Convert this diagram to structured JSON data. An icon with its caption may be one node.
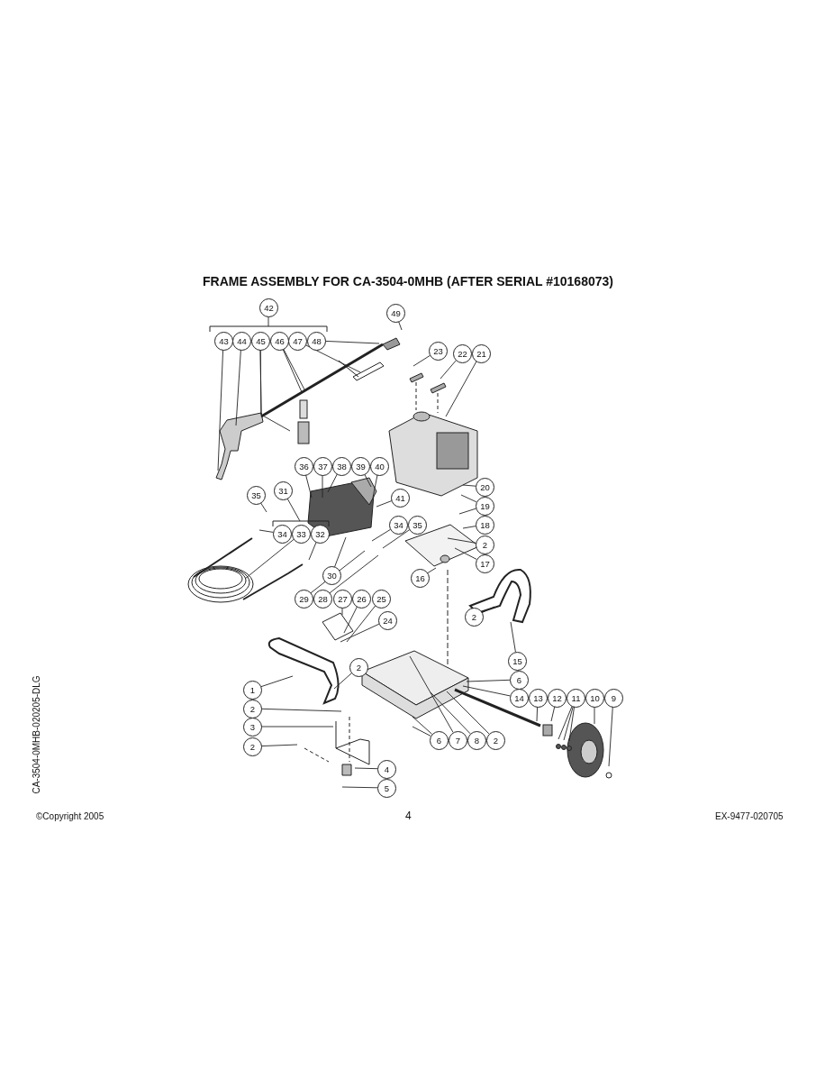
{
  "diagram": {
    "title": "FRAME ASSEMBLY FOR CA-3504-0MHB (AFTER SERIAL #10168073)",
    "nodes": [
      {
        "text": [
          "42"
        ]
      },
      {
        "text": [
          "43"
        ]
      },
      {
        "text": [
          "44"
        ]
      },
      {
        "text": [
          "45"
        ]
      },
      {
        "text": [
          "46"
        ]
      },
      {
        "text": [
          "47"
        ]
      },
      {
        "text": [
          "48"
        ]
      },
      {
        "text": [
          "49"
        ]
      },
      {
        "text": [
          "23"
        ]
      },
      {
        "text": [
          "22"
        ]
      },
      {
        "text": [
          "21"
        ]
      },
      {
        "text": [
          "36"
        ]
      },
      {
        "text": [
          "37"
        ]
      },
      {
        "text": [
          "38"
        ]
      },
      {
        "text": [
          "39"
        ]
      },
      {
        "text": [
          "40"
        ]
      },
      {
        "text": [
          "31"
        ]
      },
      {
        "text": [
          "35"
        ]
      },
      {
        "text": [
          "41"
        ]
      },
      {
        "text": [
          "20"
        ]
      },
      {
        "text": [
          "19"
        ]
      },
      {
        "text": [
          "34"
        ]
      },
      {
        "text": [
          "35"
        ]
      },
      {
        "text": [
          "18"
        ]
      },
      {
        "text": [
          "34"
        ]
      },
      {
        "text": [
          "33"
        ]
      },
      {
        "text": [
          "32"
        ]
      },
      {
        "text": [
          "2"
        ]
      },
      {
        "text": [
          "30"
        ]
      },
      {
        "text": [
          "17"
        ]
      },
      {
        "text": [
          "16"
        ]
      },
      {
        "text": [
          "29"
        ]
      },
      {
        "text": [
          "28"
        ]
      },
      {
        "text": [
          "27"
        ]
      },
      {
        "text": [
          "26"
        ]
      },
      {
        "text": [
          "25"
        ]
      },
      {
        "text": [
          "24"
        ]
      },
      {
        "text": [
          "2"
        ]
      },
      {
        "text": [
          "15"
        ]
      },
      {
        "text": [
          "2"
        ]
      },
      {
        "text": [
          "6"
        ]
      },
      {
        "text": [
          "1"
        ]
      },
      {
        "text": [
          "14"
        ]
      },
      {
        "text": [
          "13"
        ]
      },
      {
        "text": [
          "12"
        ]
      },
      {
        "text": [
          "11"
        ]
      },
      {
        "text": [
          "10"
        ]
      },
      {
        "text": [
          "9"
        ]
      },
      {
        "text": [
          "2"
        ]
      },
      {
        "text": [
          "3"
        ]
      },
      {
        "text": [
          "6"
        ]
      },
      {
        "text": [
          "7"
        ]
      },
      {
        "text": [
          "8"
        ]
      },
      {
        "text": [
          "2"
        ]
      },
      {
        "text": [
          "2"
        ]
      },
      {
        "text": [
          "4"
        ]
      },
      {
        "text": [
          "5"
        ]
      },
      {
        "text": [],
        "shape": "bar"
      },
      {
        "text": [],
        "shape": "bar"
      }
    ],
    "edges": [
      {
        "from": 1,
        "to": null,
        "arrow": "none"
      },
      {
        "from": 2,
        "to": null,
        "arrow": "none"
      },
      {
        "from": 3,
        "to": null,
        "arrow": "none"
      },
      {
        "from": 3,
        "to": null,
        "arrow": "none"
      },
      {
        "from": 4,
        "to": null,
        "arrow": "none"
      },
      {
        "from": 4,
        "to": null,
        "arrow": "none"
      },
      {
        "from": 5,
        "to": null,
        "arrow": "none"
      },
      {
        "from": 6,
        "to": null,
        "arrow": "none"
      },
      {
        "from": 7,
        "to": null,
        "arrow": "none"
      },
      {
        "from": 8,
        "to": null,
        "arrow": "none"
      },
      {
        "from": 9,
        "to": null,
        "arrow": "none"
      },
      {
        "from": 10,
        "to": null,
        "arrow": "none"
      },
      {
        "from": 11,
        "to": null,
        "arrow": "none"
      },
      {
        "from": 12,
        "to": null,
        "arrow": "none"
      },
      {
        "from": 13,
        "to": null,
        "arrow": "none"
      },
      {
        "from": 14,
        "to": null,
        "arrow": "none"
      },
      {
        "from": 15,
        "to": null,
        "arrow": "none"
      },
      {
        "from": 16,
        "to": 58,
        "arrow": "none"
      },
      {
        "from": 17,
        "to": null,
        "arrow": "none"
      },
      {
        "from": 18,
        "to": null,
        "arrow": "none"
      },
      {
        "from": 19,
        "to": null,
        "arrow": "none"
      },
      {
        "from": 20,
        "to": null,
        "arrow": "none"
      },
      {
        "from": 20,
        "to": null,
        "arrow": "none"
      },
      {
        "from": 21,
        "to": null,
        "arrow": "none"
      },
      {
        "from": 22,
        "to": null,
        "arrow": "none"
      },
      {
        "from": 23,
        "to": null,
        "arrow": "none"
      },
      {
        "from": 24,
        "to": null,
        "arrow": "none"
      },
      {
        "from": 25,
        "to": null,
        "arrow": "none"
      },
      {
        "from": 26,
        "to": null,
        "arrow": "none"
      },
      {
        "from": 27,
        "to": null,
        "arrow": "none"
      },
      {
        "from": 28,
        "to": null,
        "arrow": "none"
      },
      {
        "from": 29,
        "to": null,
        "arrow": "none"
      },
      {
        "from": 30,
        "to": null,
        "arrow": "none"
      },
      {
        "from": 31,
        "to": null,
        "arrow": "none"
      },
      {
        "from": 32,
        "to": null,
        "arrow": "none"
      },
      {
        "from": 33,
        "to": null,
        "arrow": "none"
      },
      {
        "from": 34,
        "to": null,
        "arrow": "none"
      },
      {
        "from": 35,
        "to": null,
        "arrow": "none"
      },
      {
        "from": 36,
        "to": null,
        "arrow": "none"
      },
      {
        "from": 37,
        "to": null,
        "arrow": "none"
      },
      {
        "from": 38,
        "to": null,
        "arrow": "none"
      },
      {
        "from": 39,
        "to": null,
        "arrow": "none"
      },
      {
        "from": 40,
        "to": null,
        "arrow": "none"
      },
      {
        "from": 41,
        "to": null,
        "arrow": "none"
      },
      {
        "from": 42,
        "to": null,
        "arrow": "none"
      },
      {
        "from": 43,
        "to": null,
        "arrow": "none"
      },
      {
        "from": 44,
        "to": null,
        "arrow": "none"
      },
      {
        "from": 45,
        "to": null,
        "arrow": "none"
      },
      {
        "from": 45,
        "to": null,
        "arrow": "none"
      },
      {
        "from": 45,
        "to": null,
        "arrow": "none"
      },
      {
        "from": 46,
        "to": null,
        "arrow": "none"
      },
      {
        "from": 47,
        "to": null,
        "arrow": "none"
      },
      {
        "from": 48,
        "to": null,
        "arrow": "none"
      },
      {
        "from": 49,
        "to": null,
        "arrow": "none"
      },
      {
        "from": 50,
        "to": null,
        "arrow": "none"
      },
      {
        "from": 50,
        "to": null,
        "arrow": "none"
      },
      {
        "from": 51,
        "to": null,
        "arrow": "none"
      },
      {
        "from": 52,
        "to": null,
        "arrow": "none"
      },
      {
        "from": 53,
        "to": null,
        "arrow": "none"
      },
      {
        "from": 54,
        "to": null,
        "arrow": "none"
      },
      {
        "from": 55,
        "to": null,
        "arrow": "none"
      },
      {
        "from": 56,
        "to": null,
        "arrow": "none"
      },
      {
        "from": 0,
        "to": 57,
        "arrow": "none"
      }
    ],
    "labels": [
      "CA-3504-0MHB-020205-DLG",
      "©Copyright 2005",
      "4",
      "EX-9477-020705"
    ]
  }
}
